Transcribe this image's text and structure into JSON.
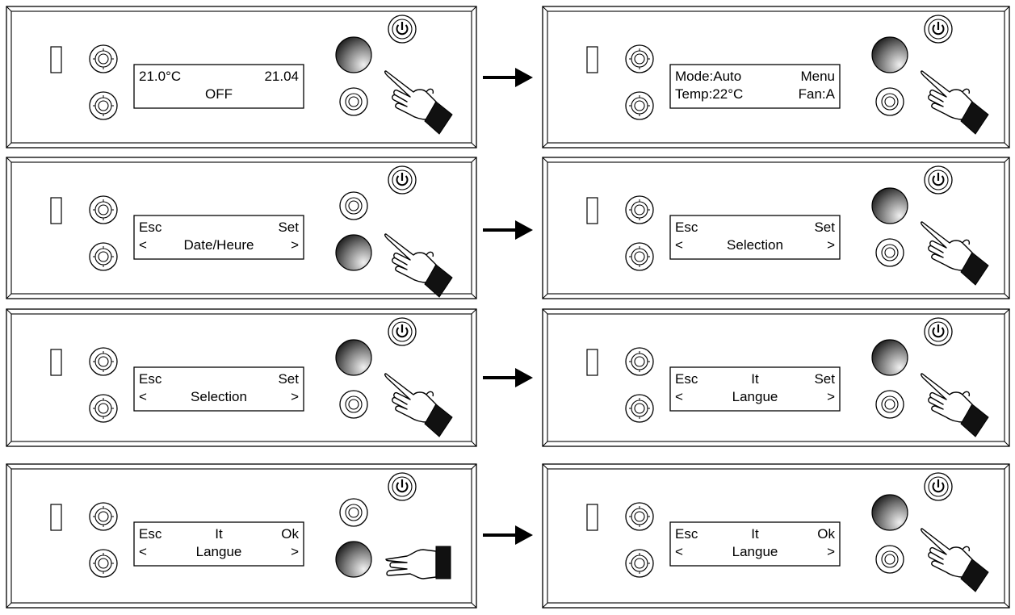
{
  "panels": [
    {
      "lines": [
        [
          "21.0°C",
          "",
          "21.04"
        ],
        [
          "",
          "OFF",
          ""
        ]
      ],
      "pressed": "top",
      "hand": "point-left"
    },
    {
      "lines": [
        [
          "Mode:Auto",
          "",
          "Menu"
        ],
        [
          "Temp:22°C",
          "",
          "Fan:A"
        ]
      ],
      "pressed": "top",
      "hand": "point-left"
    },
    {
      "lines": [
        [
          "Esc",
          "",
          "Set"
        ],
        [
          "<",
          "Date/Heure",
          ">"
        ]
      ],
      "pressed": "bottom",
      "hand": "point-left"
    },
    {
      "lines": [
        [
          "Esc",
          "",
          "Set"
        ],
        [
          "<",
          "Selection",
          ">"
        ]
      ],
      "pressed": "top",
      "hand": "point-left"
    },
    {
      "lines": [
        [
          "Esc",
          "",
          "Set"
        ],
        [
          "<",
          "Selection",
          ">"
        ]
      ],
      "pressed": "top",
      "hand": "point-left"
    },
    {
      "lines": [
        [
          "Esc",
          "It",
          "Set"
        ],
        [
          "<",
          "Langue",
          ">"
        ]
      ],
      "pressed": "top",
      "hand": "point-left"
    },
    {
      "lines": [
        [
          "Esc",
          "It",
          "Ok"
        ],
        [
          "<",
          "Langue",
          ">"
        ]
      ],
      "pressed": "bottom",
      "hand": "push-left"
    },
    {
      "lines": [
        [
          "Esc",
          "It",
          "Ok"
        ],
        [
          "<",
          "Langue",
          ">"
        ]
      ],
      "pressed": "top",
      "hand": "point-left"
    }
  ],
  "icons": {
    "power": "power-icon",
    "arrow": "right-arrow-icon",
    "knob": "rotary-knob-icon",
    "hand": "pointing-hand-icon",
    "led": "led-indicator-icon"
  },
  "colors": {
    "pressed_button_dark": "#111111",
    "pressed_button_light": "#f0f0f0",
    "stroke": "#000000",
    "background": "#ffffff"
  }
}
